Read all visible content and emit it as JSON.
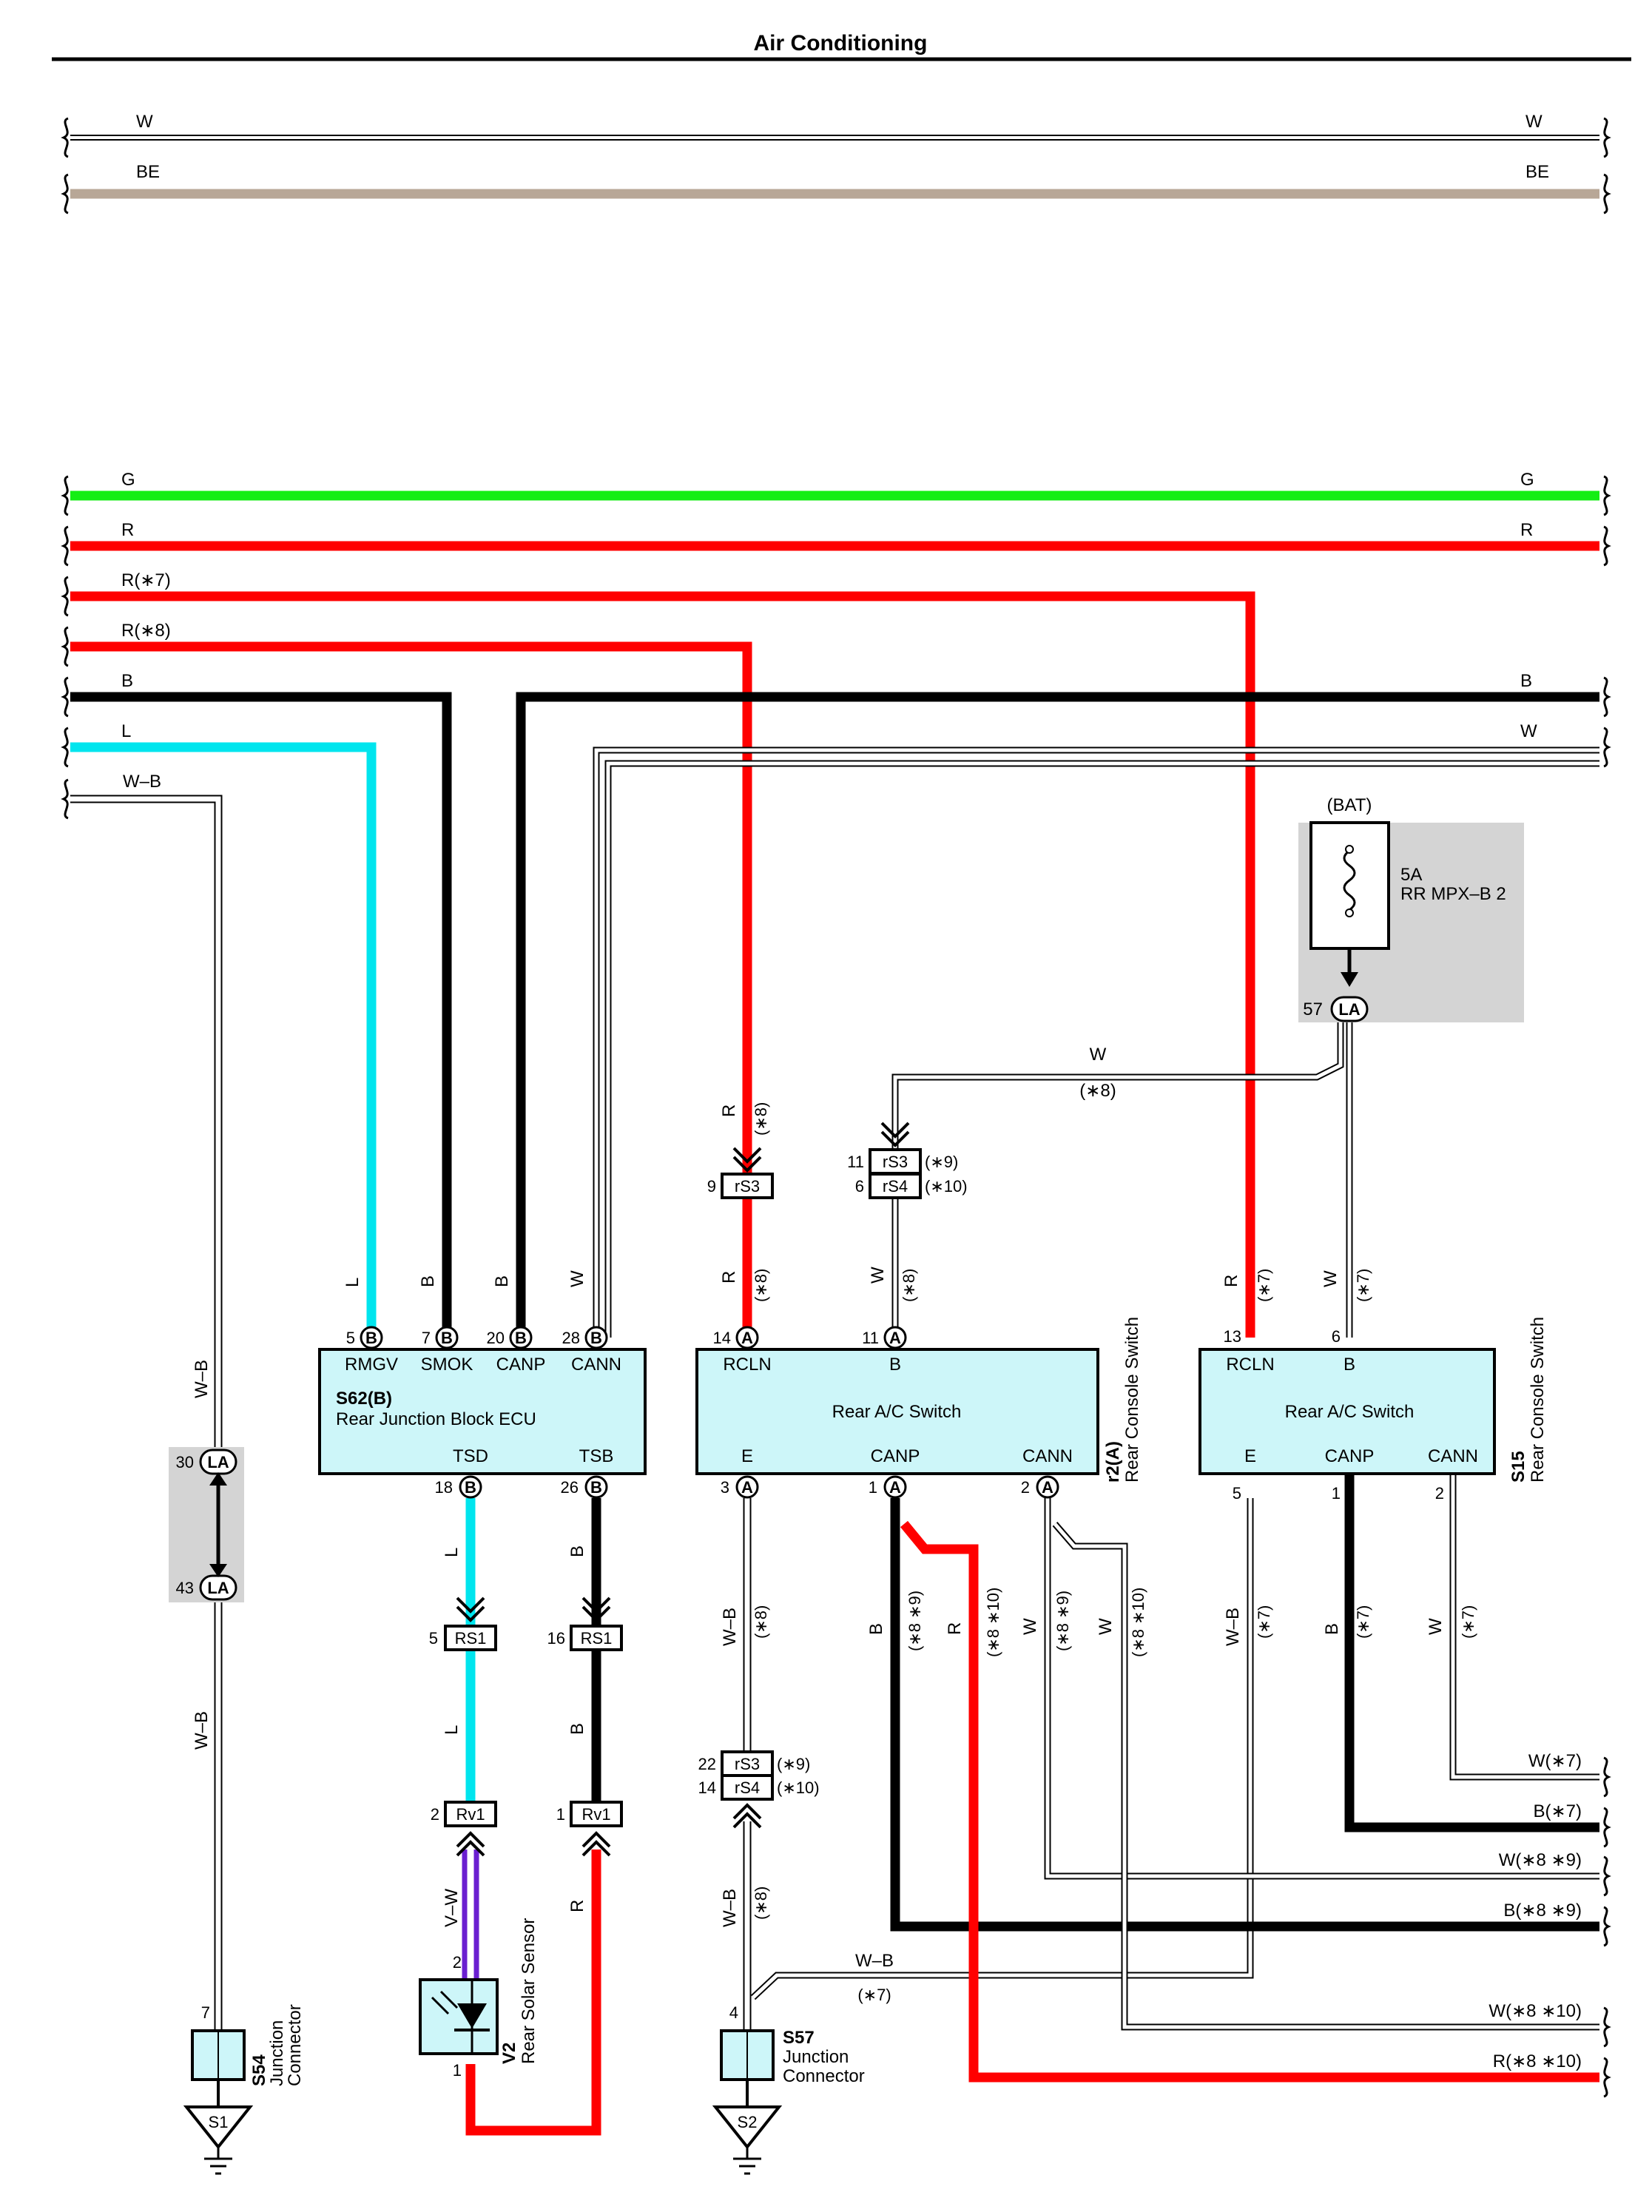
{
  "title": "Air Conditioning",
  "colors": {
    "W": "#ffffff",
    "BE": "#b8a797",
    "G": "#14ee14",
    "R": "#ff0000",
    "B": "#000000",
    "L": "#00e5ee",
    "V": "#6a1fd0",
    "box": "#cdf6f9",
    "shade": "#d4d4d4"
  },
  "top_wires": [
    {
      "left": "W",
      "right": "W"
    },
    {
      "left": "BE",
      "right": "BE"
    }
  ],
  "bus_wires": [
    {
      "left": "G",
      "right": "G"
    },
    {
      "left": "R",
      "right": "R"
    },
    {
      "left": "R(∗7)",
      "right": ""
    },
    {
      "left": "R(∗8)",
      "right": ""
    },
    {
      "left": "B",
      "right": "B"
    },
    {
      "left": "L",
      "right": "W"
    },
    {
      "left": "W–B",
      "right": ""
    }
  ],
  "fuse": {
    "source": "(BAT)",
    "rating": "5A",
    "name": "RR MPX–B 2",
    "pin": "57",
    "conn": "LA"
  },
  "ecu": {
    "code": "S62(B)",
    "name": "Rear Junction Block ECU",
    "pins_top": [
      {
        "num": "5",
        "conn": "B",
        "name": "RMGV",
        "wire": "L"
      },
      {
        "num": "7",
        "conn": "B",
        "name": "SMOK",
        "wire": "B"
      },
      {
        "num": "20",
        "conn": "B",
        "name": "CANP",
        "wire": "B"
      },
      {
        "num": "28",
        "conn": "B",
        "name": "CANN",
        "wire": "W"
      }
    ],
    "pins_bottom": [
      {
        "num": "18",
        "conn": "B",
        "name": "TSD"
      },
      {
        "num": "26",
        "conn": "B",
        "name": "TSB"
      }
    ]
  },
  "switch_r2": {
    "code": "r2(A)",
    "desc": "Rear Console Switch",
    "name": "Rear A/C Switch",
    "pins_top": [
      {
        "num": "14",
        "conn": "A",
        "name": "RCLN",
        "wire": "R",
        "note": "(∗8)"
      },
      {
        "num": "11",
        "conn": "A",
        "name": "B",
        "wire": "W",
        "note": "(∗8)"
      }
    ],
    "pins_bottom": [
      {
        "num": "3",
        "conn": "A",
        "name": "E"
      },
      {
        "num": "1",
        "conn": "A",
        "name": "CANP"
      },
      {
        "num": "2",
        "conn": "A",
        "name": "CANN"
      }
    ]
  },
  "switch_s15": {
    "code": "S15",
    "desc": "Rear Console Switch",
    "name": "Rear A/C Switch",
    "pins_top": [
      {
        "num": "13",
        "name": "RCLN",
        "wire": "R",
        "note": "(∗7)"
      },
      {
        "num": "6",
        "name": "B",
        "wire": "W",
        "note": "(∗7)"
      }
    ],
    "pins_bottom": [
      {
        "num": "5",
        "name": "E"
      },
      {
        "num": "1",
        "name": "CANP"
      },
      {
        "num": "2",
        "name": "CANN"
      }
    ]
  },
  "connectors": {
    "rs3_top": {
      "pin": "9",
      "name": "rS3",
      "wire": "R",
      "note": "(∗8)"
    },
    "rs3_rs4_top": {
      "pin1": "11",
      "name1": "rS3",
      "note1": "(∗9)",
      "pin2": "6",
      "name2": "rS4",
      "note2": "(∗10)",
      "wire": "W",
      "wire_note": "(∗8)"
    },
    "rs1_left": {
      "pin": "5",
      "name": "RS1"
    },
    "rs1_right": {
      "pin": "16",
      "name": "RS1"
    },
    "rv1_left": {
      "pin": "2",
      "name": "Rv1"
    },
    "rv1_right": {
      "pin": "1",
      "name": "Rv1"
    },
    "rs3_rs4_bot": {
      "pin1": "22",
      "name1": "rS3",
      "note1": "(∗9)",
      "pin2": "14",
      "name2": "rS4",
      "note2": "(∗10)"
    },
    "junction_la": {
      "pin1": "30",
      "pin2": "43",
      "conn": "LA"
    }
  },
  "wire_labels": {
    "w_b": "W–B",
    "l": "L",
    "b": "B",
    "r": "R",
    "w": "W",
    "v_w": "V–W",
    "n7": "(∗7)",
    "n8": "(∗8)",
    "n8_9": "(∗8 ∗9)",
    "n8_10": "(∗8 ∗10)"
  },
  "right_outputs": [
    "W(∗7)",
    "B(∗7)",
    "W(∗8 ∗9)",
    "B(∗8 ∗9)",
    "W(∗8 ∗10)",
    "R(∗8 ∗10)"
  ],
  "s54": {
    "code": "S54",
    "line1": "Junction",
    "line2": "Connector",
    "pin": "7",
    "ground": "S1"
  },
  "s57": {
    "code": "S57",
    "line1": "Junction",
    "line2": "Connector",
    "pin": "4",
    "ground": "S2"
  },
  "v2": {
    "code": "V2",
    "name": "Rear Solar Sensor",
    "pin_top": "2",
    "pin_bot": "1"
  },
  "misc": {
    "w": "W",
    "w_b": "W–B",
    "n8": "(∗8)",
    "n7": "(∗7)"
  }
}
